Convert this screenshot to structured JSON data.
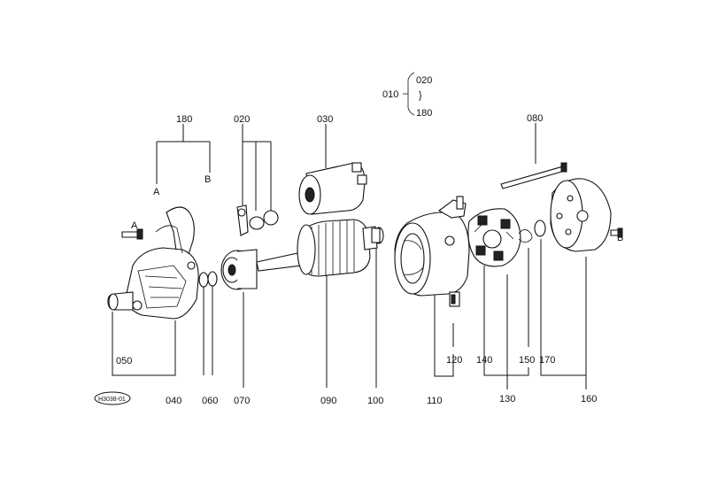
{
  "labels": {
    "p010": "010",
    "p020a": "020",
    "p180a": "180",
    "p180": "180",
    "p020": "020",
    "p030": "030",
    "p080": "080",
    "A1": "A",
    "B1": "B",
    "A2": "A",
    "B2": "B",
    "p050": "050",
    "p040": "040",
    "p060": "060",
    "p070": "070",
    "p090": "090",
    "p100": "100",
    "p110": "110",
    "p120": "120",
    "p140": "140",
    "p130": "130",
    "p150": "150",
    "p170": "170",
    "p160": "160"
  },
  "stamp": "H3038-01"
}
